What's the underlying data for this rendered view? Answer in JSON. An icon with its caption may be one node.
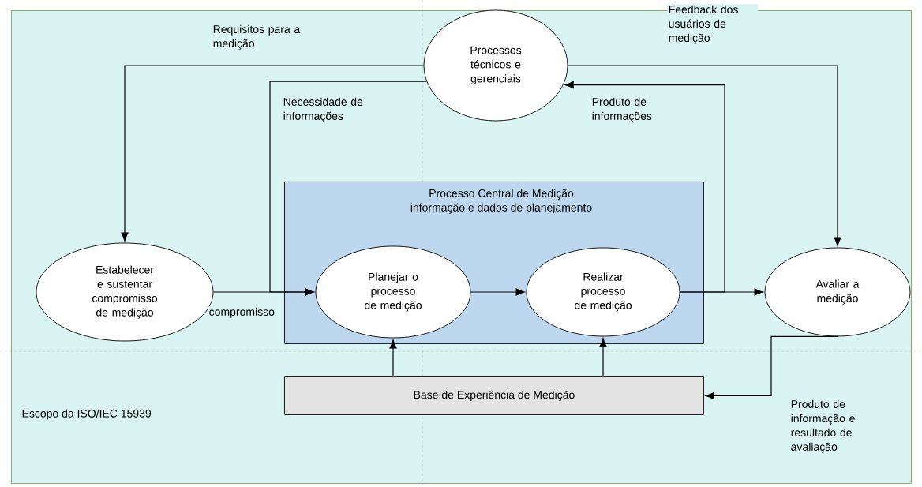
{
  "diagram": {
    "nodes": [
      {
        "text": [
          "Escopo da ISO/IEC 15939"
        ]
      },
      {
        "text": [
          "Processos técnicos e gerenciais"
        ],
        "in": 0
      },
      {
        "text": [
          "Estabelecer e sustentar compromisso de medição"
        ],
        "in": 0
      },
      {
        "text": [
          "Processo Central de Medição",
          "informação e dados de planejamento"
        ],
        "in": 0
      },
      {
        "text": [
          "Planejar o processo de medição"
        ],
        "in": 3
      },
      {
        "text": [
          "Realizar processo de medição"
        ],
        "in": 3
      },
      {
        "text": [
          "Avaliar a medição"
        ],
        "in": 0
      },
      {
        "text": [
          "Base de Experiência de Medição"
        ],
        "in": 0
      }
    ],
    "edges": [
      {
        "from": 1,
        "to": 2,
        "arrow": "to",
        "label": "Requisitos para a medição"
      },
      {
        "from": 1,
        "to": 4,
        "arrow": "to",
        "label": "Necessidade de informações"
      },
      {
        "from": 2,
        "to": 4,
        "arrow": "to",
        "label": "compromisso"
      },
      {
        "from": 4,
        "to": 5,
        "arrow": "to"
      },
      {
        "from": 5,
        "to": 6,
        "arrow": "to"
      },
      {
        "from": 5,
        "to": 1,
        "arrow": "to",
        "label": "Produto de informações"
      },
      {
        "from": 1,
        "to": 6,
        "arrow": "to",
        "label": "Feedback dos usuários de medição"
      },
      {
        "from": 6,
        "to": 7,
        "arrow": "to",
        "label": "Produto de informação e resultado de avaliação"
      },
      {
        "from": 7,
        "to": 4,
        "arrow": "to"
      },
      {
        "from": 7,
        "to": 5,
        "arrow": "to"
      }
    ]
  }
}
